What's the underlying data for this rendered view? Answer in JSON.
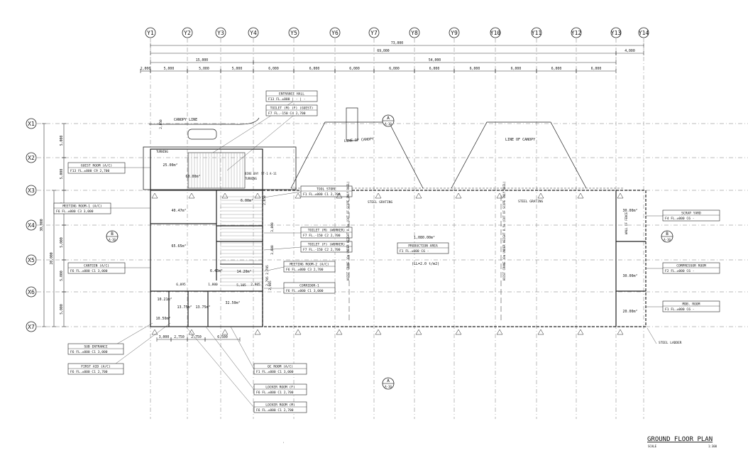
{
  "grid": {
    "columns": [
      "Y1",
      "Y2",
      "Y3",
      "Y4",
      "Y5",
      "Y6",
      "Y7",
      "Y8",
      "Y9",
      "Y10",
      "Y11",
      "Y12",
      "Y13",
      "Y14"
    ],
    "rows": [
      "X1",
      "X2",
      "X3",
      "X4",
      "X5",
      "X6",
      "X7"
    ]
  },
  "dimensions": {
    "overall": "73,000",
    "sub_left": "69,000",
    "sub_right": "4,000",
    "mid_left": "15,000",
    "mid_right": "54,000",
    "bays": [
      "2,000",
      "5,000",
      "5,000",
      "5,000",
      "6,000",
      "6,000",
      "6,000",
      "6,000",
      "6,000",
      "6,000",
      "6,000",
      "6,000",
      "6,000"
    ],
    "left_total": "30,000",
    "left_sub": "20,000",
    "left_rows": [
      "5,000",
      "5,000",
      "5,000",
      "5,000",
      "5,000",
      "5,000"
    ],
    "bottom": [
      "3,000",
      "2,750",
      "2,750",
      "6,500"
    ],
    "interior": [
      "6,095",
      "1,800",
      "5,105",
      "2,050",
      "3,000",
      "3,000",
      "2,795",
      "2,795",
      "2,850",
      "2,905",
      "2,905"
    ]
  },
  "room_tags": [
    {
      "name": "ENTRANCE HALL",
      "spec": "F13 FL.±000 | - | -"
    },
    {
      "name": "TOILET (M) (F) (GUEST)",
      "spec": "F7 FL.-150 C4 2,700"
    },
    {
      "name": "GUEST ROOM (A/C)",
      "spec": "F13 FL.±000 C9 2,700"
    },
    {
      "name": "MEETING ROOM-1 (A/C)",
      "spec": "F6 FL.±000 C3 3,000"
    },
    {
      "name": "CANTEEN (A/C)",
      "spec": "F6 FL.±000 C1 3,000"
    },
    {
      "name": "TOOL STORE",
      "spec": "F1 FL.±000 C1 2,700"
    },
    {
      "name": "TOILET (M) (WORKER)",
      "spec": "F7 FL.-150 C2 2,700"
    },
    {
      "name": "TOILET (F) (WORKER)",
      "spec": "F7 FL.-150 C2 2,700"
    },
    {
      "name": "MEETING ROOM-2 (A/C)",
      "spec": "F6 FL.±000 C3 2,700"
    },
    {
      "name": "CORRIDOR-1",
      "spec": "F6 FL.±000 C1 3,000"
    },
    {
      "name": "PRODUCTION AREA",
      "spec": "F1 FL.±000 C6 -"
    },
    {
      "name": "SCRAP YARD",
      "spec": "F4 FL.±000 C6 -"
    },
    {
      "name": "COMPRESSOR ROOM",
      "spec": "F2 FL.±000 C6 -"
    },
    {
      "name": "MDB. ROOM",
      "spec": "F1 FL.±000 C6 -"
    },
    {
      "name": "SUB ENTRANCE",
      "spec": "F6 FL.±000 C1 3,000"
    },
    {
      "name": "FIRST AID (A/C)",
      "spec": "F6 FL.±000 C1 2,700"
    },
    {
      "name": "QC ROOM (A/C)",
      "spec": "F1 FL.±000 C1 3,000"
    },
    {
      "name": "LOCKER ROOM (F)",
      "spec": "F6 FL.±000 C1 2,700"
    },
    {
      "name": "LOCKER ROOM (M)",
      "spec": "F6 FL.±000 C1 2,700"
    }
  ],
  "areas": [
    "25.00m²",
    "60.00m²",
    "40.47m²",
    "65.65m²",
    "6.00m²",
    "14.20m²",
    "6.43m²",
    "10.21m²",
    "10.50m²",
    "13.75m²",
    "13.75m²",
    "32.50m²",
    "1,080.00m²",
    "30.00m²",
    "30.00m²",
    "20.00m²"
  ],
  "annotations": {
    "canopy_line": "CANOPY LINE",
    "line_of_canopy": "LINE OF CANOPY",
    "steel_grating": "STEEL GRATING",
    "steel_ladder": "STEEL LADDER",
    "load": "(LL=2.0 t/m2)",
    "crane": "HOIST CRANE 10m UNDER HEIGHT 8.5m (OUT OF SCOPE ONLY RAIL)",
    "wall_fence": "WALL OF FENCE",
    "bike_bay": "BIKE BAY",
    "stair_ref": "ST-1 A-11",
    "turning": "TURNING"
  },
  "section_markers": [
    {
      "letter": "A",
      "sheet": "A-10"
    },
    {
      "letter": "B",
      "sheet": "A-10"
    }
  ],
  "title_block": {
    "title": "GROUND FLOOR PLAN",
    "scale_label": "SCALE",
    "scale": "1:300"
  }
}
